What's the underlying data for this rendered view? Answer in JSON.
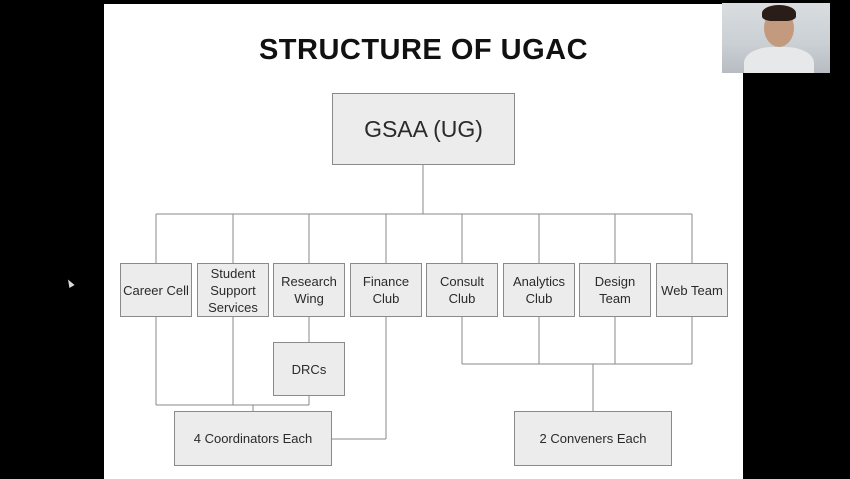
{
  "slide": {
    "title": "STRUCTURE OF UGAC"
  },
  "diagram": {
    "root": "GSAA (UG)",
    "units": [
      "Career Cell",
      "Student Support Services",
      "Research Wing",
      "Finance Club",
      "Consult Club",
      "Analytics Club",
      "Design Team",
      "Web Team"
    ],
    "sub": "DRCs",
    "coordinators": "4 Coordinators Each",
    "conveners": "2 Conveners Each"
  },
  "colors": {
    "box_fill": "#ececec",
    "box_border": "#8a8a8a",
    "line": "#8a8a8a",
    "background": "#000000",
    "slide": "#ffffff"
  },
  "overlay": {
    "webcam_icon": "webcam-person-icon",
    "cursor_icon": "mouse-cursor-icon"
  }
}
